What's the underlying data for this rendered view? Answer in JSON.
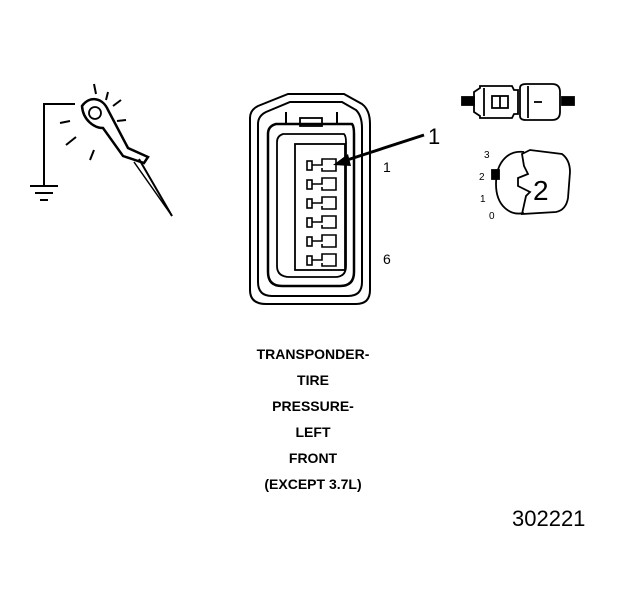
{
  "callouts": {
    "connector": "1",
    "lock": "2"
  },
  "pins": {
    "first": "1",
    "last": "6"
  },
  "lock_positions": [
    "3",
    "2",
    "1",
    "0"
  ],
  "caption_lines": [
    "TRANSPONDER-",
    "TIRE",
    "PRESSURE-",
    "LEFT",
    "FRONT",
    "(EXCEPT 3.7L)"
  ],
  "figure_number": "302221",
  "icons": {
    "probe": "test-probe-ground-icon",
    "connector_side": "connector-side-view-icon",
    "lock": "connector-lock-position-icon"
  },
  "colors": {
    "line": "#000000",
    "background": "#ffffff"
  }
}
